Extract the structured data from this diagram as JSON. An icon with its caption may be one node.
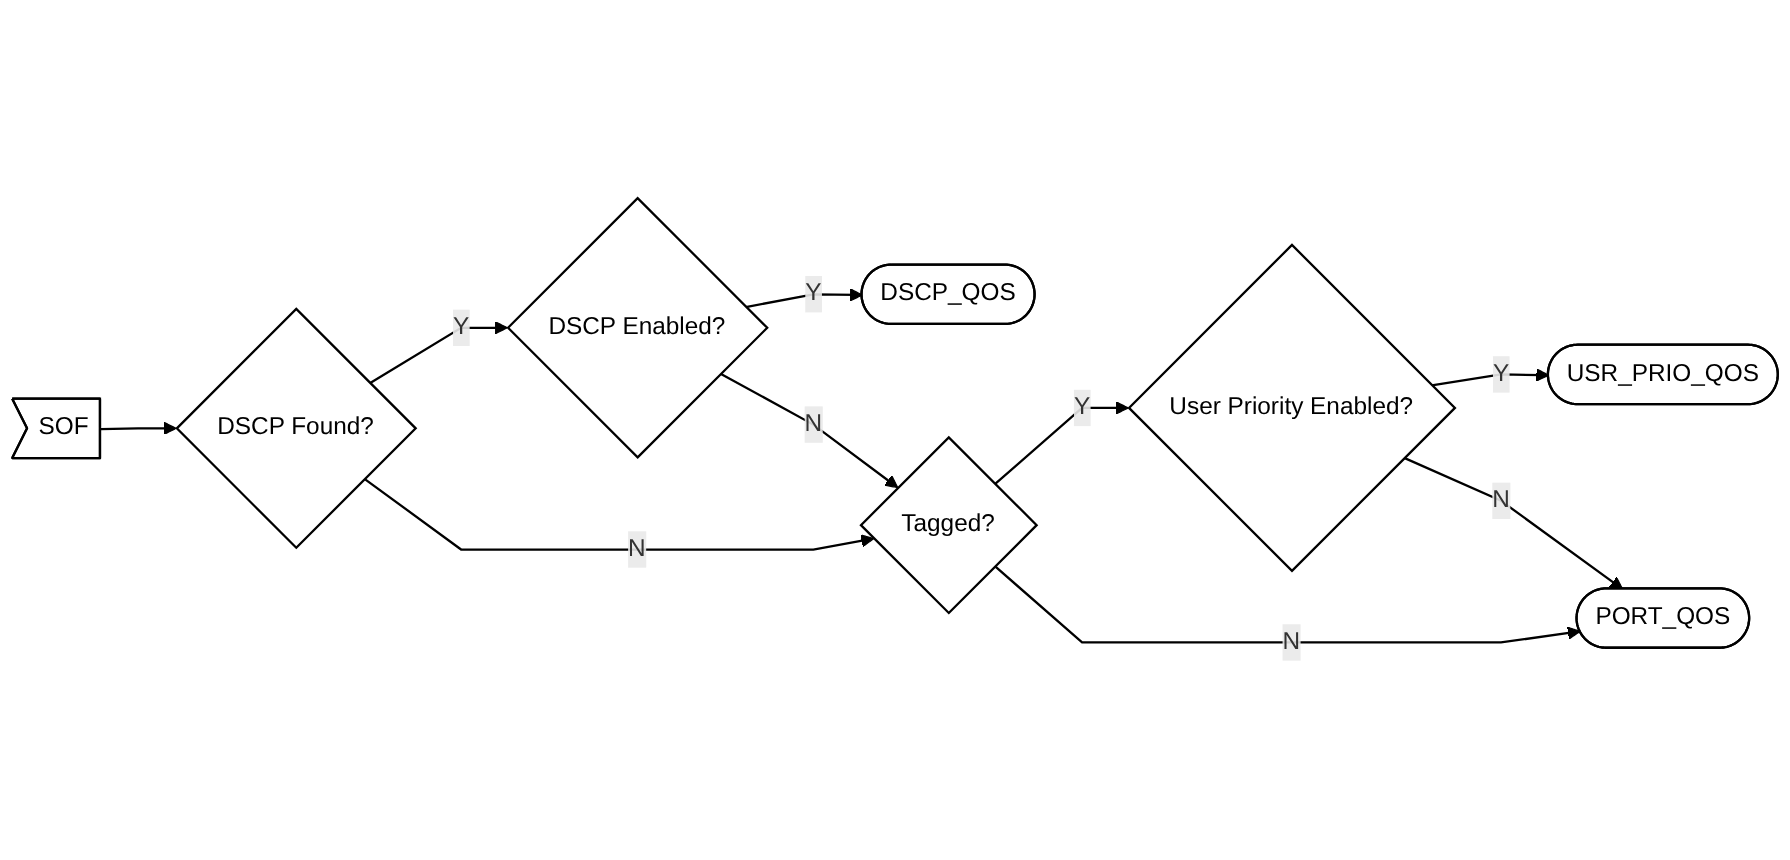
{
  "diagram": {
    "nodes": [
      {
        "text": [
          "SOF"
        ]
      },
      {
        "text": [
          "DSCP Found?"
        ]
      },
      {
        "text": [
          "DSCP Enabled?"
        ]
      },
      {
        "text": [
          "DSCP_QOS"
        ]
      },
      {
        "text": [
          "Tagged?"
        ]
      },
      {
        "text": [
          "User Priority Enabled?"
        ]
      },
      {
        "text": [
          "USR_PRIO_QOS"
        ]
      },
      {
        "text": [
          "PORT_QOS"
        ]
      }
    ],
    "edges": [
      {
        "from": 0,
        "to": 1,
        "arrow": "to"
      },
      {
        "from": 1,
        "to": 2,
        "label": "Y",
        "arrow": "to"
      },
      {
        "from": 2,
        "to": 3,
        "label": "Y",
        "arrow": "to"
      },
      {
        "from": 1,
        "to": 4,
        "label": "N",
        "arrow": "to"
      },
      {
        "from": 2,
        "to": 4,
        "label": "N",
        "arrow": "to"
      },
      {
        "from": 4,
        "to": 5,
        "label": "Y",
        "arrow": "to"
      },
      {
        "from": 5,
        "to": 6,
        "label": "Y",
        "arrow": "to"
      },
      {
        "from": 4,
        "to": 7,
        "label": "N",
        "arrow": "to"
      },
      {
        "from": 5,
        "to": 7,
        "label": "N",
        "arrow": "to"
      }
    ]
  }
}
